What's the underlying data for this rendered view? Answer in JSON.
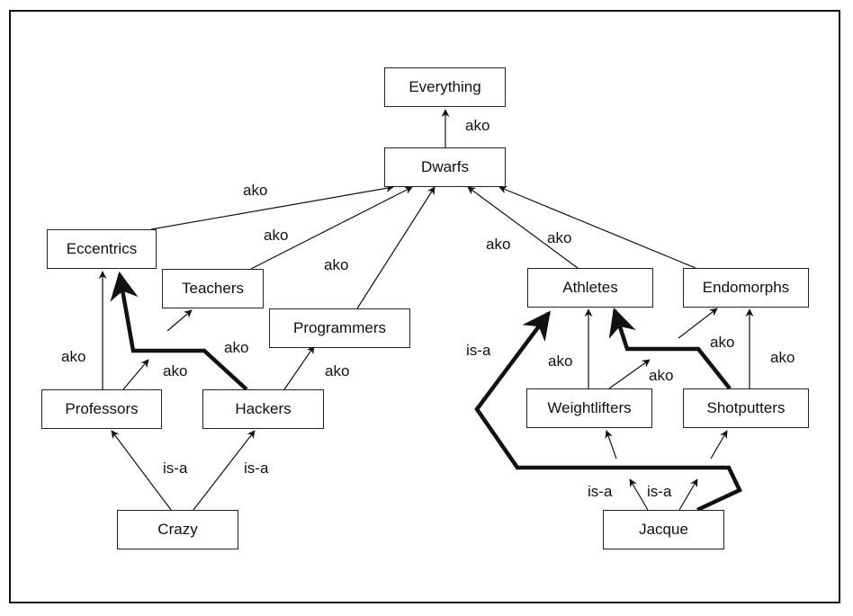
{
  "diagram": {
    "type": "semantic-network",
    "nodes": [
      {
        "id": "everything",
        "label": "Everything"
      },
      {
        "id": "dwarfs",
        "label": "Dwarfs"
      },
      {
        "id": "eccentrics",
        "label": "Eccentrics"
      },
      {
        "id": "teachers",
        "label": "Teachers"
      },
      {
        "id": "programmers",
        "label": "Programmers"
      },
      {
        "id": "athletes",
        "label": "Athletes"
      },
      {
        "id": "endomorphs",
        "label": "Endomorphs"
      },
      {
        "id": "professors",
        "label": "Professors"
      },
      {
        "id": "hackers",
        "label": "Hackers"
      },
      {
        "id": "weightlifters",
        "label": "Weightlifters"
      },
      {
        "id": "shotputters",
        "label": "Shotputters"
      },
      {
        "id": "crazy",
        "label": "Crazy"
      },
      {
        "id": "jacque",
        "label": "Jacque"
      }
    ],
    "edges": [
      {
        "from": "dwarfs",
        "to": "everything",
        "label": "ako",
        "style": "thin"
      },
      {
        "from": "eccentrics",
        "to": "dwarfs",
        "label": "ako",
        "style": "thin"
      },
      {
        "from": "teachers",
        "to": "dwarfs",
        "label": "ako",
        "style": "thin"
      },
      {
        "from": "programmers",
        "to": "dwarfs",
        "label": "ako",
        "style": "thin"
      },
      {
        "from": "athletes",
        "to": "dwarfs",
        "label": "ako",
        "style": "thin"
      },
      {
        "from": "endomorphs",
        "to": "dwarfs",
        "label": "ako",
        "style": "thin"
      },
      {
        "from": "professors",
        "to": "eccentrics",
        "label": "ako",
        "style": "thin"
      },
      {
        "from": "professors",
        "to": "teachers",
        "label": "ako",
        "style": "thin"
      },
      {
        "from": "hackers",
        "to": "eccentrics",
        "label": "ako",
        "style": "thick"
      },
      {
        "from": "hackers",
        "to": "programmers",
        "label": "ako",
        "style": "thin"
      },
      {
        "from": "weightlifters",
        "to": "athletes",
        "label": "ako",
        "style": "thin"
      },
      {
        "from": "weightlifters",
        "to": "endomorphs",
        "label": "ako",
        "style": "thin"
      },
      {
        "from": "shotputters",
        "to": "athletes",
        "label": "ako",
        "style": "thick"
      },
      {
        "from": "shotputters",
        "to": "endomorphs",
        "label": "ako",
        "style": "thin"
      },
      {
        "from": "crazy",
        "to": "professors",
        "label": "is-a",
        "style": "thin"
      },
      {
        "from": "crazy",
        "to": "hackers",
        "label": "is-a",
        "style": "thin"
      },
      {
        "from": "jacque",
        "to": "weightlifters",
        "label": "is-a",
        "style": "thin"
      },
      {
        "from": "jacque",
        "to": "shotputters",
        "label": "is-a",
        "style": "thin"
      },
      {
        "from": "jacque",
        "to": "athletes",
        "label": "is-a",
        "style": "thick"
      }
    ]
  }
}
